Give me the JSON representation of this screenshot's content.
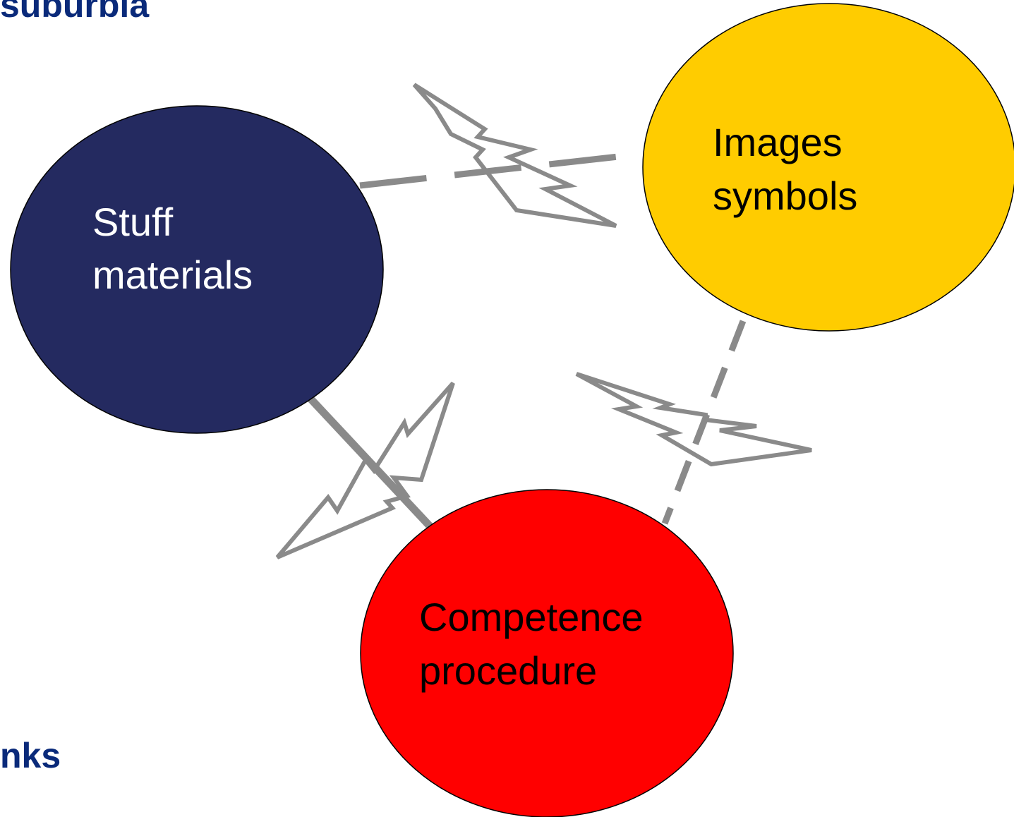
{
  "header": {
    "title_fragment": "suburbia"
  },
  "footer": {
    "fragment": "nks"
  },
  "diagram": {
    "nodes": [
      {
        "id": "stuff",
        "lines": [
          "Stuff",
          "materials"
        ],
        "fill": "#242a60",
        "text_color": "#ffffff"
      },
      {
        "id": "images",
        "lines": [
          "Images",
          "symbols"
        ],
        "fill": "#ffcc00",
        "text_color": "#000000"
      },
      {
        "id": "competence",
        "lines": [
          "Competence",
          "procedure"
        ],
        "fill": "#ff0000",
        "text_color": "#000000"
      }
    ],
    "links": [
      {
        "from": "stuff",
        "to": "images",
        "style": "dashed",
        "broken": true
      },
      {
        "from": "stuff",
        "to": "competence",
        "style": "solid",
        "broken": true
      },
      {
        "from": "images",
        "to": "competence",
        "style": "dashed",
        "broken": true
      }
    ],
    "link_color": "#8a8a8a"
  }
}
